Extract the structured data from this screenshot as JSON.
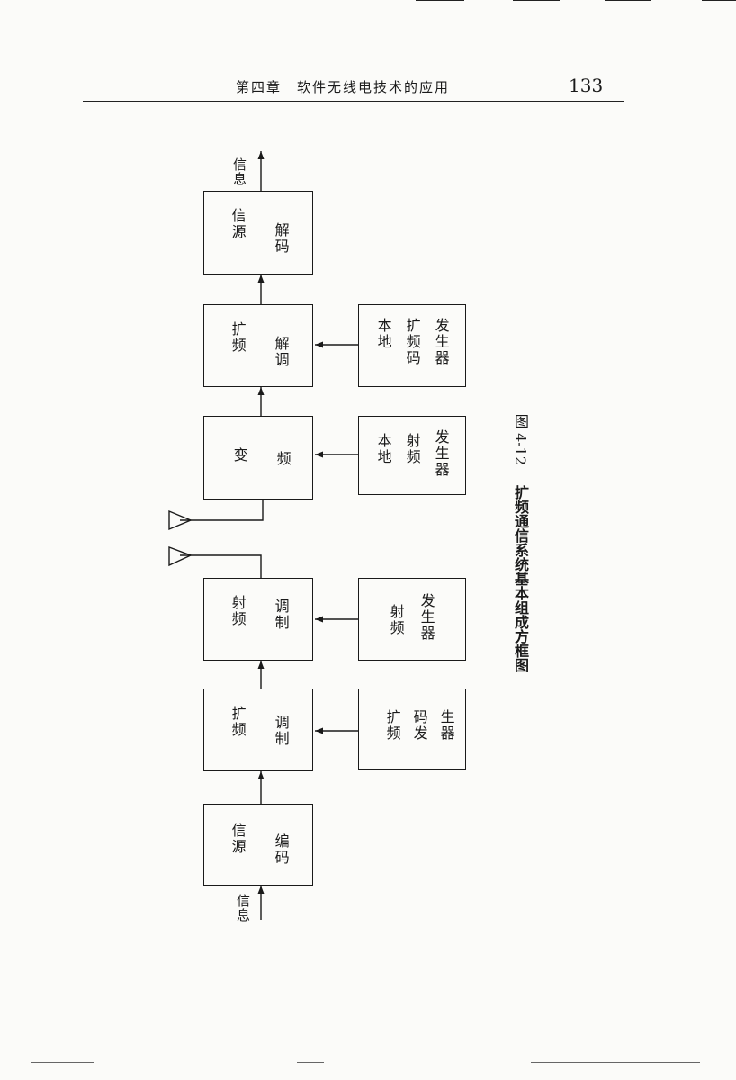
{
  "header": {
    "running_head": "第四章　软件无线电技术的应用",
    "page_number": "133"
  },
  "labels": {
    "info_in": "信息",
    "info_out": "信息"
  },
  "blocks": {
    "source_decode": {
      "c1": "信源",
      "c2": "解码"
    },
    "spread_demod": {
      "c1": "扩频",
      "c2": "解调"
    },
    "freq_conv": {
      "c1": "变",
      "c2": "频"
    },
    "rf_mod": {
      "c1": "射频",
      "c2": "调制"
    },
    "spread_mod": {
      "c1": "扩频",
      "c2": "调制"
    },
    "source_encode": {
      "c1": "信源",
      "c2": "编码"
    },
    "local_code_gen": {
      "c1": "本地",
      "c2": "扩频码",
      "c3": "发生器"
    },
    "local_rf_gen": {
      "c1": "本地",
      "c2": "射频",
      "c3": "发生器"
    },
    "rf_gen": {
      "c1": "射频",
      "c2": "发生器"
    },
    "code_gen": {
      "c1": "扩频",
      "c2": "码发",
      "c3": "生器"
    }
  },
  "caption": {
    "figure_no": "图 4-12",
    "title": "扩频通信系统基本组成方框图"
  }
}
